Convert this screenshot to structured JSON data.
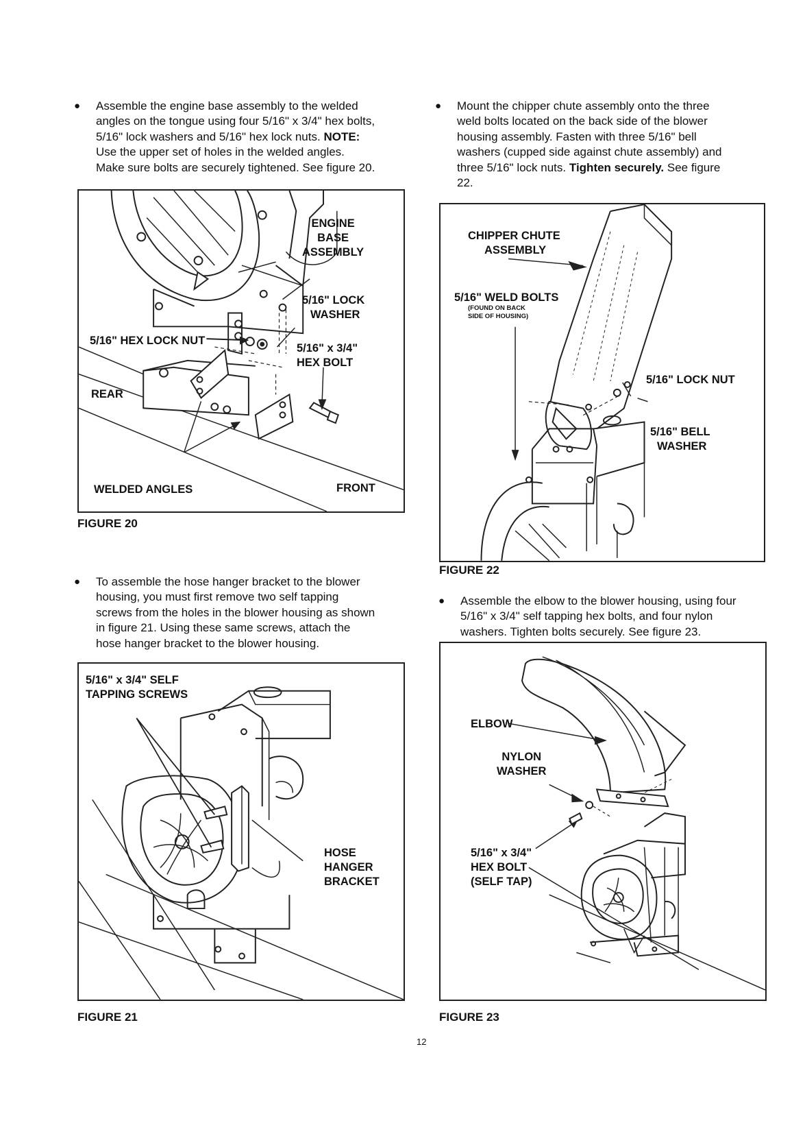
{
  "paragraphs": {
    "p1": {
      "lines": [
        "Assemble the engine base assembly to the welded",
        "angles on the tongue using four 5/16\" x 3/4\" hex bolts,",
        "5/16\" lock washers and 5/16\" hex lock nuts."
      ],
      "note_label": "NOTE:",
      "lines_after": [
        "Use the upper set of holes in the welded angles.",
        "Make sure bolts are securely tightened. See figure 20."
      ]
    },
    "p2": {
      "lines": [
        "To assemble the hose hanger bracket to the blower",
        "housing, you must first remove two self tapping",
        "screws from the holes in the blower housing as shown",
        "in  figure 21. Using these same screws, attach the",
        "hose hanger bracket to the blower housing."
      ]
    },
    "p3": {
      "lines": [
        "Mount the chipper chute assembly onto the three",
        "weld bolts located on the back side of the blower",
        "housing assembly. Fasten with three 5/16\" bell",
        "washers (cupped side against chute assembly) and"
      ],
      "line5_before": "three 5/16\" lock nuts.",
      "line5_bold": "Tighten securely.",
      "line5_after": "See figure",
      "line6": "22."
    },
    "p4": {
      "lines": [
        "Assemble the elbow to the blower housing, using four",
        "5/16\" x 3/4\" self tapping hex bolts, and four nylon",
        "washers.  Tighten bolts securely.  See figure 23."
      ]
    }
  },
  "figures": {
    "fig20": {
      "caption": "FIGURE 20",
      "labels": {
        "engine_base": [
          "ENGINE",
          "BASE",
          "ASSEMBLY"
        ],
        "lock_washer": [
          "5/16\" LOCK",
          "WASHER"
        ],
        "hex_lock_nut": "5/16\" HEX LOCK NUT",
        "hex_bolt": [
          "5/16\" x 3/4\"",
          "HEX BOLT"
        ],
        "rear": "REAR",
        "welded_angles": "WELDED ANGLES",
        "front": "FRONT"
      }
    },
    "fig21": {
      "caption": "FIGURE 21",
      "labels": {
        "screws": [
          "5/16\" x 3/4\" SELF",
          "TAPPING SCREWS"
        ],
        "bracket": [
          "HOSE",
          "HANGER",
          "BRACKET"
        ]
      }
    },
    "fig22": {
      "caption": "FIGURE 22",
      "labels": {
        "chute": [
          "CHIPPER CHUTE",
          "ASSEMBLY"
        ],
        "weld_bolts": "5/16\" WELD BOLTS",
        "weld_bolts_note": [
          "(FOUND ON BACK",
          "SIDE OF HOUSING)"
        ],
        "lock_nut": "5/16\" LOCK NUT",
        "bell_washer": [
          "5/16\" BELL",
          "WASHER"
        ]
      }
    },
    "fig23": {
      "caption": "FIGURE 23",
      "labels": {
        "elbow": "ELBOW",
        "nylon_washer": [
          "NYLON",
          "WASHER"
        ],
        "hex_bolt": [
          "5/16\" x 3/4\"",
          "HEX BOLT",
          "(SELF TAP)"
        ]
      }
    }
  },
  "page_number": "12"
}
